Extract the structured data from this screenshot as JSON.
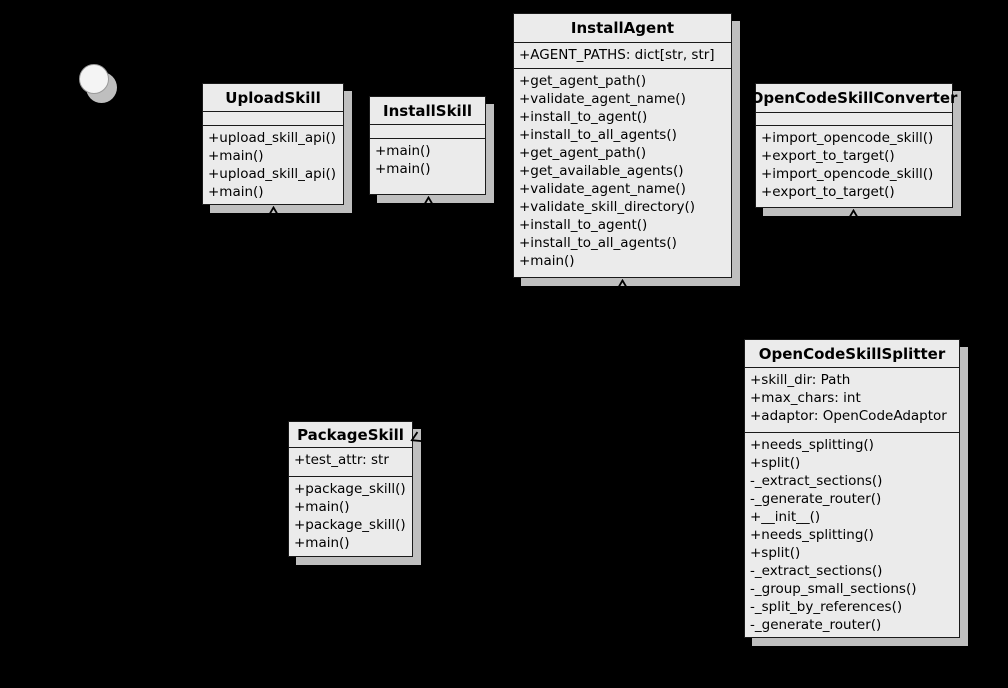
{
  "diagram": {
    "kind": "uml-class-diagram",
    "background": "#000000"
  },
  "colors": {
    "background": "#000000",
    "node_fill": "#ebebeb",
    "node_border": "#1a1a1a",
    "shadow": "#bfbfbf",
    "text": "#000000",
    "circle_fill": "#f4f4f4"
  },
  "classes": [
    {
      "name": "UploadSkill",
      "attributes": [],
      "methods": [
        "+upload_skill_api()",
        "+main()",
        "+upload_skill_api()",
        "+main()"
      ]
    },
    {
      "name": "InstallSkill",
      "attributes": [],
      "methods": [
        "+main()",
        "+main()"
      ]
    },
    {
      "name": "InstallAgent",
      "attributes": [
        "+AGENT_PATHS: dict[str, str]"
      ],
      "methods": [
        "+get_agent_path()",
        "+validate_agent_name()",
        "+install_to_agent()",
        "+install_to_all_agents()",
        "+get_agent_path()",
        "+get_available_agents()",
        "+validate_agent_name()",
        "+validate_skill_directory()",
        "+install_to_agent()",
        "+install_to_all_agents()",
        "+main()"
      ]
    },
    {
      "name": "OpenCodeSkillConverter",
      "attributes": [],
      "methods": [
        "+import_opencode_skill()",
        "+export_to_target()",
        "+import_opencode_skill()",
        "+export_to_target()"
      ]
    },
    {
      "name": "PackageSkill",
      "attributes": [
        "+test_attr: str"
      ],
      "methods": [
        "+package_skill()",
        "+main()",
        "+package_skill()",
        "+main()"
      ]
    },
    {
      "name": "OpenCodeSkillSplitter",
      "attributes": [
        "+skill_dir: Path",
        "+max_chars: int",
        "+adaptor: OpenCodeAdaptor"
      ],
      "methods": [
        "+needs_splitting()",
        "+split()",
        "-_extract_sections()",
        "-_generate_router()",
        "+__init__()",
        "+needs_splitting()",
        "+split()",
        "-_extract_sections()",
        "-_group_small_sections()",
        "-_split_by_references()",
        "-_generate_router()"
      ]
    }
  ]
}
